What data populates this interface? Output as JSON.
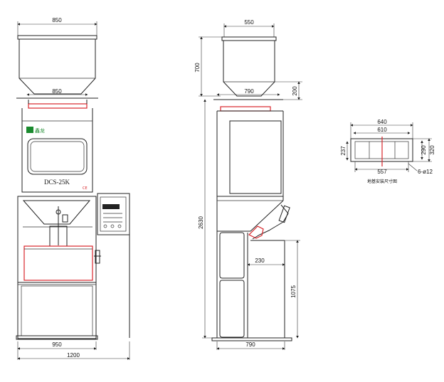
{
  "front_view": {
    "dim_hopper_width": "850",
    "dim_hopper_outlet": "850",
    "dim_base_width": "950",
    "dim_overall_width": "1200",
    "model_label": "DCS-25K",
    "logo_text": "鑫龙"
  },
  "side_view": {
    "dim_hopper_width": "550",
    "dim_hopper_height": "700",
    "dim_top_width": "790",
    "dim_neck_height": "200",
    "dim_total_height": "2630",
    "dim_offset": "230",
    "dim_discharge_height": "1075",
    "dim_base_width": "790"
  },
  "foundation_plan": {
    "dim_outer_width": "640",
    "dim_inner_width": "610",
    "dim_left_depth": "237",
    "dim_inner_depth": "290",
    "dim_outer_depth": "320",
    "dim_bolt_span": "557",
    "dim_bolt_holes": "6-ø12",
    "caption": "地基安装尺寸图"
  },
  "colors": {
    "line": "#222222",
    "accent": "#d8262b",
    "logo": "#1a8a2e"
  }
}
